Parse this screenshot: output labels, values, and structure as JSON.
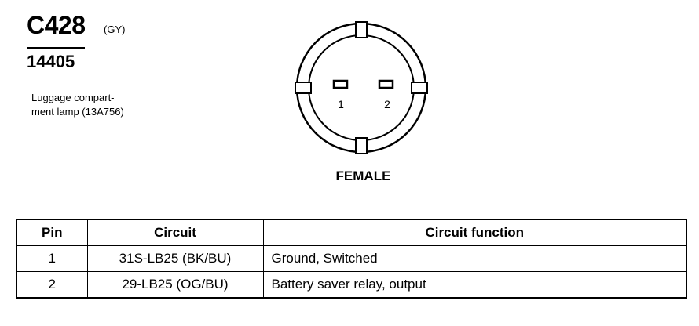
{
  "connector": {
    "id": "C428",
    "color": "(GY)",
    "part_number": "14405",
    "description_lines": [
      "Luggage compart-",
      "ment lamp (13A756)"
    ]
  },
  "diagram": {
    "pin_labels": [
      "1",
      "2"
    ],
    "gender": "FEMALE"
  },
  "table": {
    "headers": {
      "pin": "Pin",
      "circuit": "Circuit",
      "function": "Circuit function"
    },
    "rows": [
      {
        "pin": "1",
        "circuit": "31S-LB25 (BK/BU)",
        "function": "Ground, Switched"
      },
      {
        "pin": "2",
        "circuit": "29-LB25 (OG/BU)",
        "function": "Battery saver relay, output"
      }
    ]
  }
}
